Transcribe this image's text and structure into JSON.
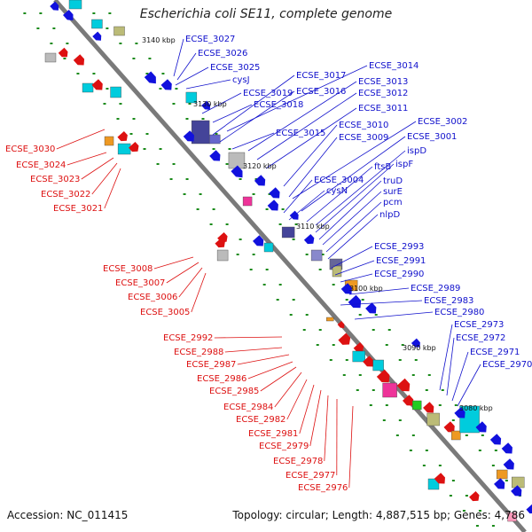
{
  "title": "Escherichia coli SE11, complete genome",
  "footer": {
    "accession": "Accession: NC_011415",
    "summary": "Topology: circular; Length: 4,887,515 bp; Genes: 4,786"
  },
  "colors": {
    "label_plus": "#1111cc",
    "label_minus": "#dd1111",
    "backbone": "#777777",
    "tick": "#1a8a1a"
  },
  "kbp_labels": [
    "3140 kbp",
    "3130 kbp",
    "3120 kbp",
    "3110 kbp",
    "3100 kbp",
    "3090 kbp",
    "3080 kbp"
  ],
  "right_labels": [
    "ECSE_3027",
    "ECSE_3026",
    "ECSE_3025",
    "cysJ",
    "ECSE_3019",
    "ECSE_3018",
    "ECSE_3017",
    "ECSE_3016",
    "ECSE_3015",
    "ECSE_3014",
    "ECSE_3013",
    "ECSE_3012",
    "ECSE_3011",
    "ECSE_3010",
    "ECSE_3009",
    "ECSE_3002",
    "ECSE_3001",
    "ispD",
    "ftsB",
    "ispF",
    "ECSE_3004",
    "truD",
    "cysN",
    "surE",
    "pcm",
    "nlpD",
    "ECSE_2993",
    "ECSE_2991",
    "ECSE_2990",
    "ECSE_2989",
    "ECSE_2983",
    "ECSE_2980",
    "ECSE_2973",
    "ECSE_2972",
    "ECSE_2971",
    "ECSE_2970"
  ],
  "left_labels": [
    "ECSE_3030",
    "ECSE_3024",
    "ECSE_3023",
    "ECSE_3022",
    "ECSE_3021",
    "ECSE_3008",
    "ECSE_3007",
    "ECSE_3006",
    "ECSE_3005",
    "ECSE_2992",
    "ECSE_2988",
    "ECSE_2987",
    "ECSE_2986",
    "ECSE_2985",
    "ECSE_2984",
    "ECSE_2982",
    "ECSE_2981",
    "ECSE_2979",
    "ECSE_2978",
    "ECSE_2977",
    "ECSE_2976"
  ]
}
